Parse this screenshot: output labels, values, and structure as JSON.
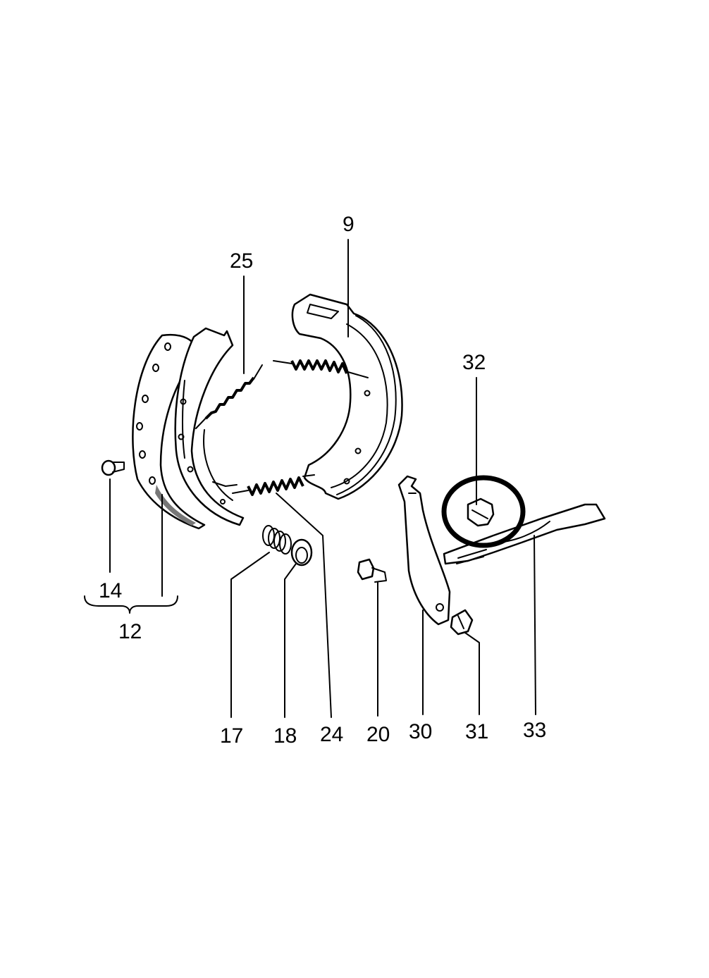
{
  "labels": {
    "l9": "9",
    "l25": "25",
    "l32": "32",
    "l14": "14",
    "l12": "12",
    "l17": "17",
    "l18": "18",
    "l24": "24",
    "l20": "20",
    "l30": "30",
    "l31": "31",
    "l33": "33"
  },
  "highlighted_part": "32",
  "colors": {
    "ink": "#000000",
    "paper": "#ffffff"
  }
}
